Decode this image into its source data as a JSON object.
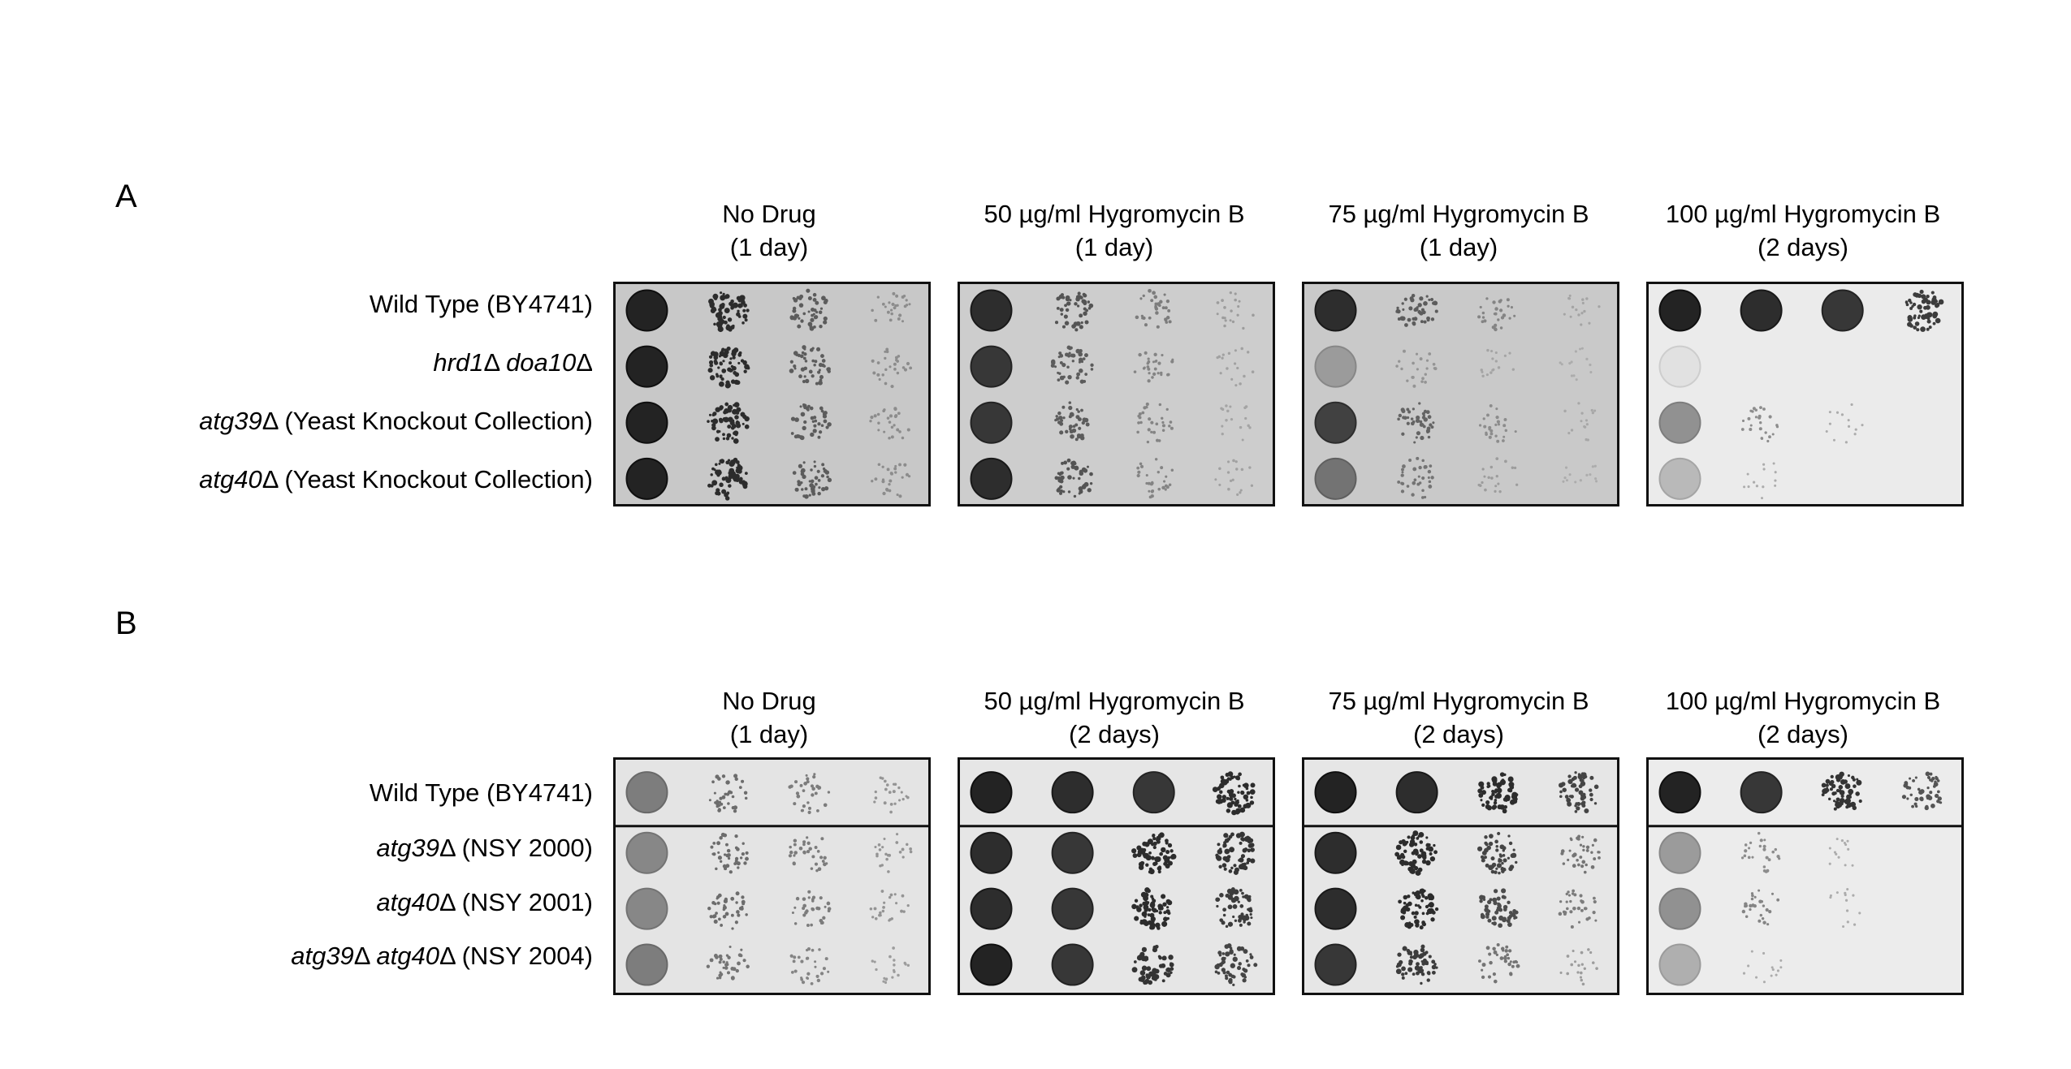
{
  "panels": [
    {
      "letter": "A",
      "columns": [
        {
          "line1": "No Drug",
          "line2": "(1 day)"
        },
        {
          "line1": "50 µg/ml Hygromycin B",
          "line2": "(1 day)"
        },
        {
          "line1": "75 µg/ml Hygromycin B",
          "line2": "(1 day)"
        },
        {
          "line1": "100 µg/ml Hygromycin B",
          "line2": "(2 days)"
        }
      ],
      "rows": [
        {
          "italic1": "",
          "delta1": "",
          "italic2": "",
          "delta2": "",
          "plain": "Wild Type (BY4741)"
        },
        {
          "italic1": "hrd1",
          "delta1": "Δ ",
          "italic2": "doa10",
          "delta2": "Δ",
          "plain": ""
        },
        {
          "italic1": "atg39",
          "delta1": "Δ",
          "italic2": "",
          "delta2": "",
          "plain": " (Yeast Knockout Collection)"
        },
        {
          "italic1": "atg40",
          "delta1": "Δ",
          "italic2": "",
          "delta2": "",
          "plain": " (Yeast Knockout Collection)"
        }
      ],
      "growth": [
        [
          [
            1.0,
            0.85,
            0.55,
            0.25
          ],
          [
            1.0,
            0.85,
            0.55,
            0.25
          ],
          [
            1.0,
            0.85,
            0.55,
            0.25
          ],
          [
            1.0,
            0.85,
            0.55,
            0.25
          ]
        ],
        [
          [
            0.95,
            0.6,
            0.35,
            0.15
          ],
          [
            0.9,
            0.55,
            0.3,
            0.12
          ],
          [
            0.9,
            0.55,
            0.3,
            0.1
          ],
          [
            0.95,
            0.6,
            0.3,
            0.12
          ]
        ],
        [
          [
            0.95,
            0.55,
            0.3,
            0.1
          ],
          [
            0.4,
            0.2,
            0.1,
            0.05
          ],
          [
            0.85,
            0.5,
            0.25,
            0.08
          ],
          [
            0.6,
            0.4,
            0.15,
            0.05
          ]
        ],
        [
          [
            1.0,
            0.95,
            0.9,
            0.75
          ],
          [
            0.05,
            0.0,
            0.0,
            0.0
          ],
          [
            0.45,
            0.25,
            0.05,
            0.0
          ],
          [
            0.25,
            0.05,
            0.0,
            0.0
          ]
        ]
      ]
    },
    {
      "letter": "B",
      "columns": [
        {
          "line1": "No Drug",
          "line2": "(1 day)"
        },
        {
          "line1": "50 µg/ml Hygromycin B",
          "line2": "(2 days)"
        },
        {
          "line1": "75 µg/ml Hygromycin B",
          "line2": "(2 days)"
        },
        {
          "line1": "100 µg/ml Hygromycin B",
          "line2": "(2 days)"
        }
      ],
      "rows": [
        {
          "italic1": "",
          "delta1": "",
          "italic2": "",
          "delta2": "",
          "plain": "Wild Type (BY4741)"
        },
        {
          "italic1": "atg39",
          "delta1": "Δ",
          "italic2": "",
          "delta2": "",
          "plain": " (NSY 2000)"
        },
        {
          "italic1": "atg40",
          "delta1": "Δ",
          "italic2": "",
          "delta2": "",
          "plain": " (NSY 2001)"
        },
        {
          "italic1": "atg39",
          "delta1": "Δ ",
          "italic2": "atg40",
          "delta2": "Δ",
          "plain": " (NSY 2004)"
        }
      ],
      "growth": [
        [
          [
            0.55,
            0.45,
            0.35,
            0.2
          ],
          [
            0.5,
            0.45,
            0.35,
            0.2
          ],
          [
            0.5,
            0.45,
            0.35,
            0.2
          ],
          [
            0.55,
            0.4,
            0.3,
            0.15
          ]
        ],
        [
          [
            1.0,
            0.95,
            0.9,
            0.85
          ],
          [
            0.95,
            0.9,
            0.85,
            0.8
          ],
          [
            0.95,
            0.9,
            0.85,
            0.75
          ],
          [
            1.0,
            0.9,
            0.8,
            0.7
          ]
        ],
        [
          [
            1.0,
            0.95,
            0.85,
            0.7
          ],
          [
            0.95,
            0.85,
            0.7,
            0.4
          ],
          [
            0.95,
            0.85,
            0.65,
            0.35
          ],
          [
            0.9,
            0.75,
            0.4,
            0.15
          ]
        ],
        [
          [
            1.0,
            0.9,
            0.8,
            0.6
          ],
          [
            0.4,
            0.25,
            0.05,
            0.0
          ],
          [
            0.45,
            0.3,
            0.05,
            0.0
          ],
          [
            0.3,
            0.05,
            0.0,
            0.0
          ]
        ]
      ]
    }
  ]
}
